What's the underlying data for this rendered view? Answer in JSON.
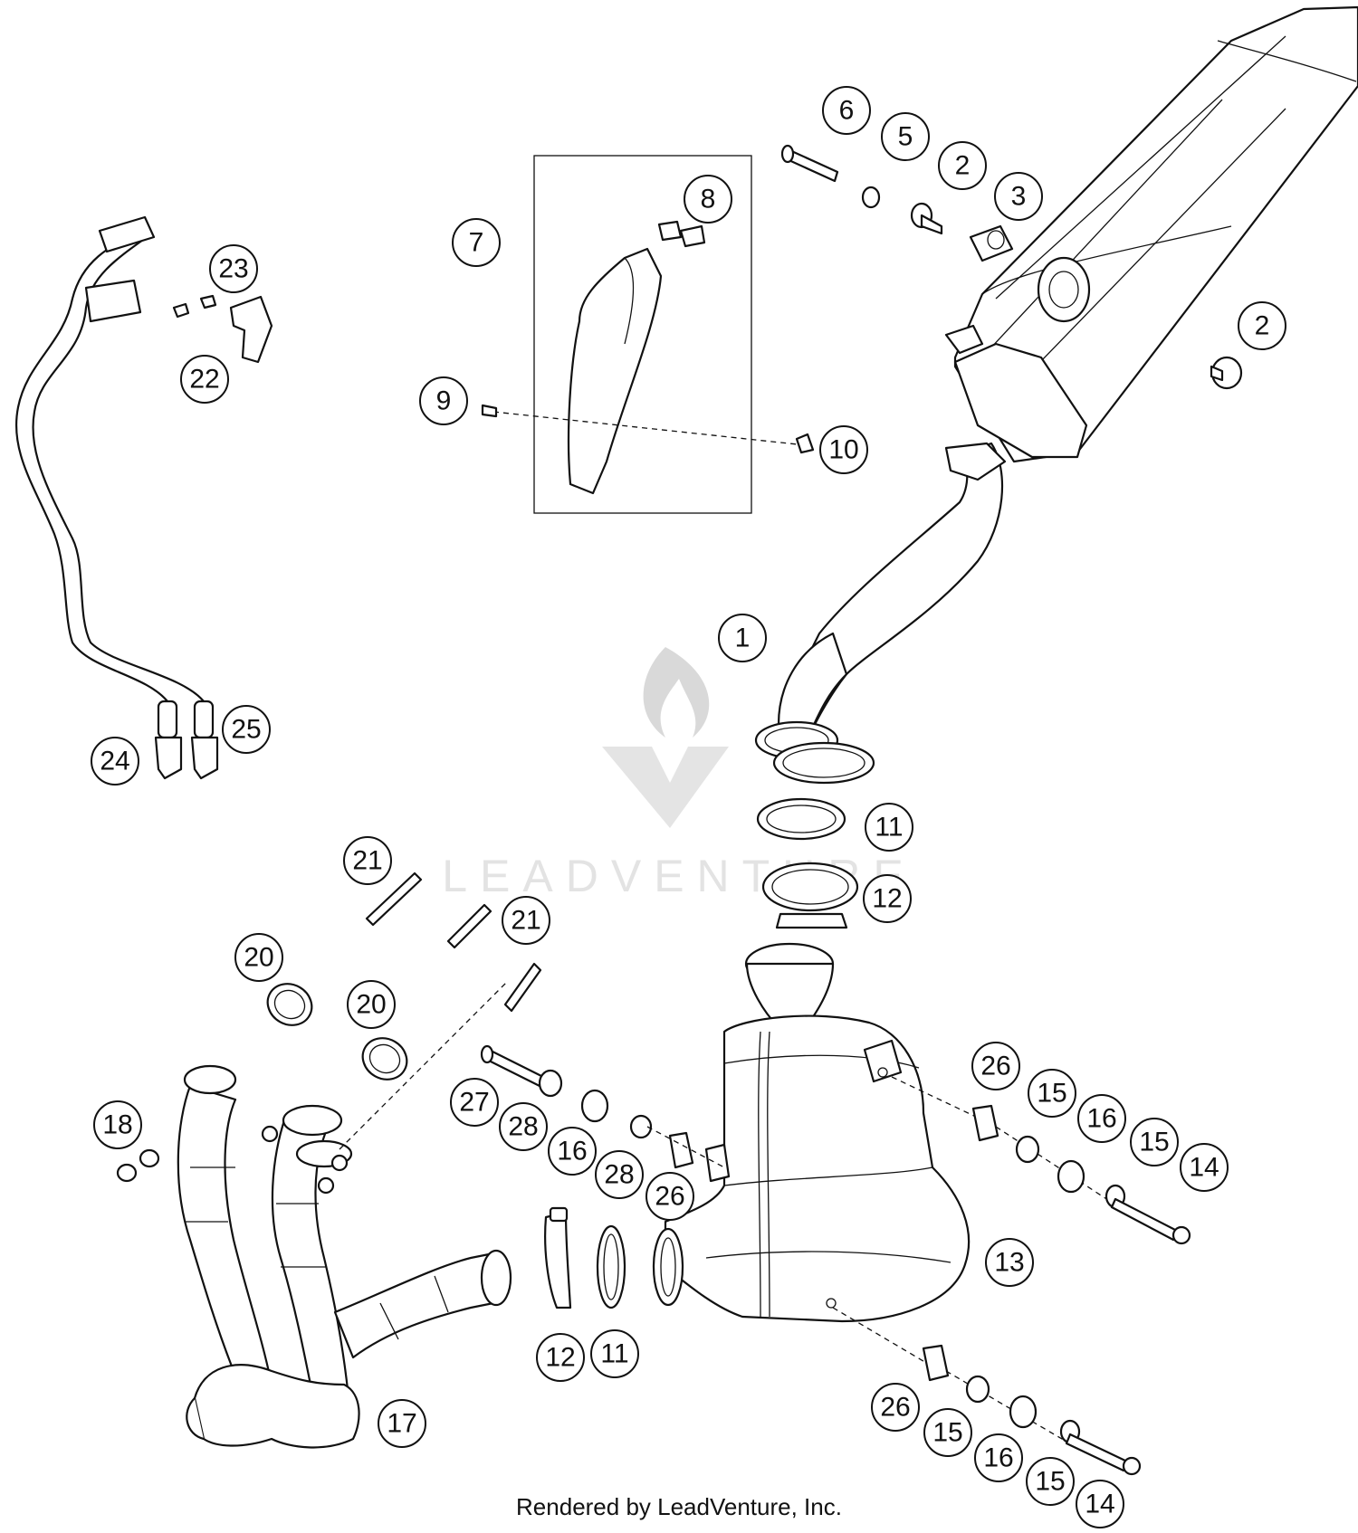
{
  "callouts": [
    {
      "id": "c1",
      "label": "1"
    },
    {
      "id": "c2a",
      "label": "2"
    },
    {
      "id": "c2b",
      "label": "2"
    },
    {
      "id": "c3",
      "label": "3"
    },
    {
      "id": "c5",
      "label": "5"
    },
    {
      "id": "c6",
      "label": "6"
    },
    {
      "id": "c7",
      "label": "7"
    },
    {
      "id": "c8",
      "label": "8"
    },
    {
      "id": "c9",
      "label": "9"
    },
    {
      "id": "c10",
      "label": "10"
    },
    {
      "id": "c11a",
      "label": "11"
    },
    {
      "id": "c11b",
      "label": "11"
    },
    {
      "id": "c12a",
      "label": "12"
    },
    {
      "id": "c12b",
      "label": "12"
    },
    {
      "id": "c13",
      "label": "13"
    },
    {
      "id": "c14a",
      "label": "14"
    },
    {
      "id": "c14b",
      "label": "14"
    },
    {
      "id": "c15a",
      "label": "15"
    },
    {
      "id": "c15b",
      "label": "15"
    },
    {
      "id": "c15c",
      "label": "15"
    },
    {
      "id": "c15d",
      "label": "15"
    },
    {
      "id": "c16a",
      "label": "16"
    },
    {
      "id": "c16b",
      "label": "16"
    },
    {
      "id": "c16c",
      "label": "16"
    },
    {
      "id": "c17",
      "label": "17"
    },
    {
      "id": "c18",
      "label": "18"
    },
    {
      "id": "c20a",
      "label": "20"
    },
    {
      "id": "c20b",
      "label": "20"
    },
    {
      "id": "c21a",
      "label": "21"
    },
    {
      "id": "c21b",
      "label": "21"
    },
    {
      "id": "c22",
      "label": "22"
    },
    {
      "id": "c23",
      "label": "23"
    },
    {
      "id": "c24",
      "label": "24"
    },
    {
      "id": "c25",
      "label": "25"
    },
    {
      "id": "c26a",
      "label": "26"
    },
    {
      "id": "c26b",
      "label": "26"
    },
    {
      "id": "c26c",
      "label": "26"
    },
    {
      "id": "c27",
      "label": "27"
    },
    {
      "id": "c28a",
      "label": "28"
    },
    {
      "id": "c28b",
      "label": "28"
    }
  ],
  "watermark": {
    "brand": "LEADVENTURE"
  },
  "footer": {
    "credit": "Rendered by LeadVenture, Inc."
  },
  "colors": {
    "line": "#111111",
    "background": "#ffffff",
    "watermark": "#d9d9d9"
  }
}
